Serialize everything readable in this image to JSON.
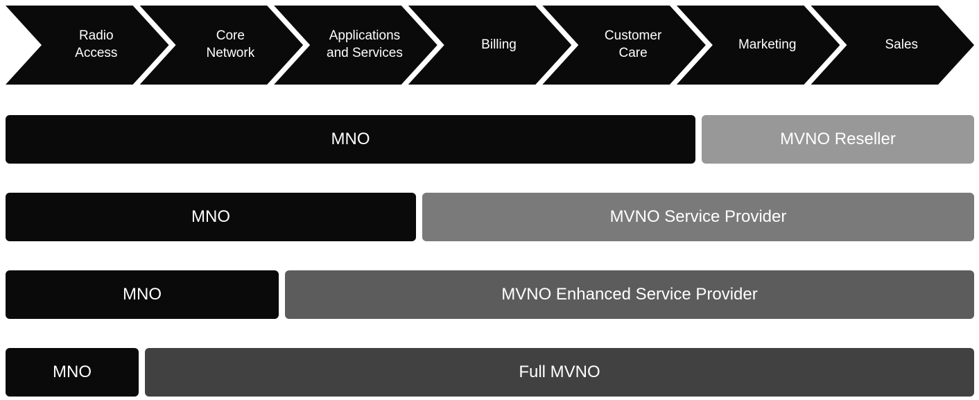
{
  "value_chain": {
    "steps": [
      {
        "label": "Radio\nAccess"
      },
      {
        "label": "Core\nNetwork"
      },
      {
        "label": "Applications\nand Services"
      },
      {
        "label": "Billing"
      },
      {
        "label": "Customer\nCare"
      },
      {
        "label": "Marketing"
      },
      {
        "label": "Sales"
      }
    ]
  },
  "operator_rows": [
    {
      "mno": "MNO",
      "mvno": "MVNO Reseller"
    },
    {
      "mno": "MNO",
      "mvno": "MVNO Service Provider"
    },
    {
      "mno": "MNO",
      "mvno": "MVNO Enhanced Service Provider"
    },
    {
      "mno": "MNO",
      "mvno": "Full MVNO"
    }
  ],
  "colors": {
    "black": "#0a0a0a",
    "reseller_gray": "#989898",
    "service_provider_gray": "#7a7a7a",
    "enhanced_gray": "#5c5c5c",
    "full_mvno_gray": "#414141"
  }
}
